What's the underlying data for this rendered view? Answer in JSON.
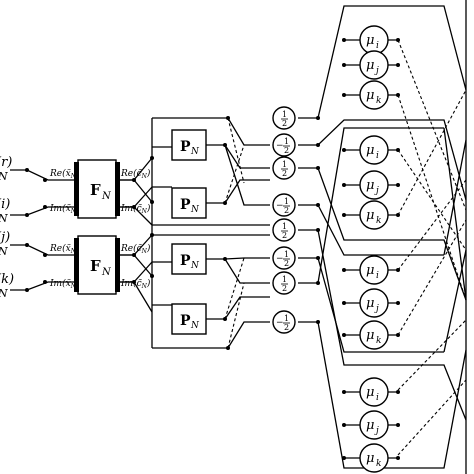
{
  "inputs": {
    "in_r": "(r)",
    "in_i": "(i)",
    "in_j": "(j)",
    "in_k": "(k)",
    "in_sub": "N"
  },
  "fn_blocks": {
    "label": "F",
    "sub": "N",
    "re_in": "Re(x̃",
    "im_in": "Im(x̃",
    "re_out": "Re(c̃",
    "im_out": "Im(c̃",
    "close_sub": "N",
    "close": ")"
  },
  "pn_blocks": {
    "label": "P",
    "sub": "N"
  },
  "scalers": [
    "1/2",
    "−1/2",
    "1/2",
    "−1/2",
    "1/2",
    "−1/2",
    "1/2",
    "−1/2"
  ],
  "scaler_parts": {
    "num": "1",
    "den": "2",
    "minus": "−"
  },
  "mu_nodes": {
    "symbol": "μ",
    "groups": [
      [
        "i",
        "j",
        "k"
      ],
      [
        "i",
        "j",
        "k"
      ],
      [
        "i",
        "j",
        "k"
      ],
      [
        "i",
        "j",
        "k"
      ]
    ]
  }
}
